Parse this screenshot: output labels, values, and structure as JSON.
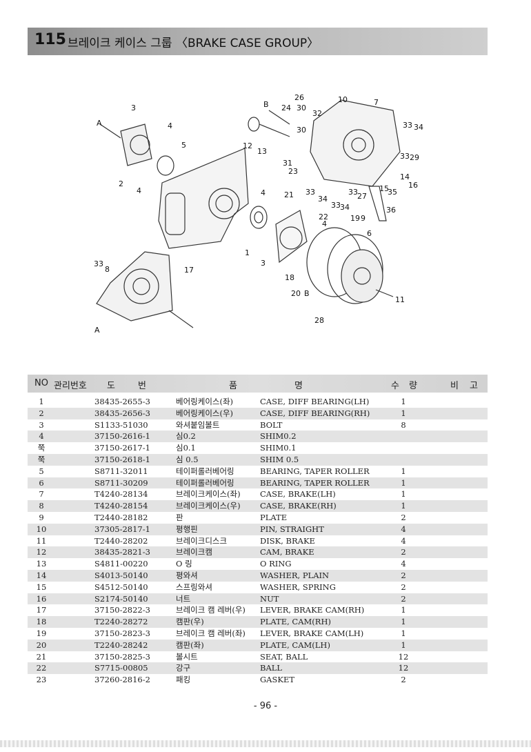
{
  "header": {
    "number": "115",
    "title": "브레이크 케이스 그룹 〈BRAKE CASE GROUP〉"
  },
  "diagram": {
    "callouts": [
      "3",
      "A",
      "4",
      "5",
      "2",
      "4",
      "B",
      "24",
      "26",
      "30",
      "10",
      "7",
      "32",
      "30",
      "12",
      "13",
      "31",
      "23",
      "33",
      "34",
      "33",
      "34",
      "33",
      "29",
      "14",
      "16",
      "15",
      "35",
      "36",
      "33",
      "27",
      "33",
      "34",
      "19",
      "9",
      "6",
      "4",
      "21",
      "22",
      "4",
      "1",
      "3",
      "18",
      "20",
      "B",
      "11",
      "28",
      "33",
      "8",
      "17",
      "A"
    ]
  },
  "table": {
    "headers": {
      "no": "NO",
      "mgmt": "관리번호",
      "do": "도",
      "bun": "번",
      "pum": "품",
      "myeong": "명",
      "su": "수",
      "ryang": "량",
      "bi": "비",
      "go": "고"
    },
    "rows": [
      {
        "no": "1",
        "code": "38435-2655-3",
        "kr": "베어링케이스(좌)",
        "en": "CASE, DIFF BEARING(LH)",
        "qty": "1"
      },
      {
        "no": "2",
        "code": "38435-2656-3",
        "kr": "베어링케이스(우)",
        "en": "CASE, DIFF BEARING(RH)",
        "qty": "1"
      },
      {
        "no": "3",
        "code": "S1133-51030",
        "kr": "와셔붙임볼트",
        "en": "BOLT",
        "qty": "8"
      },
      {
        "no": "4",
        "code": "37150-2616-1",
        "kr": "심0.2",
        "en": "SHIM0.2",
        "qty": ""
      },
      {
        "no": "쭉",
        "code": "37150-2617-1",
        "kr": "심0.1",
        "en": "SHIM0.1",
        "qty": ""
      },
      {
        "no": "쭉",
        "code": "37150-2618-1",
        "kr": "심 0.5",
        "en": "SHIM 0.5",
        "qty": ""
      },
      {
        "no": "5",
        "code": "S8711-32011",
        "kr": "테이퍼롤러베어링",
        "en": "BEARING, TAPER ROLLER",
        "qty": "1"
      },
      {
        "no": "6",
        "code": "S8711-30209",
        "kr": "테이퍼롤러베어링",
        "en": "BEARING, TAPER ROLLER",
        "qty": "1"
      },
      {
        "no": "7",
        "code": "T4240-28134",
        "kr": "브레이크케이스(좌)",
        "en": "CASE, BRAKE(LH)",
        "qty": "1"
      },
      {
        "no": "8",
        "code": "T4240-28154",
        "kr": "브레이크케이스(우)",
        "en": "CASE, BRAKE(RH)",
        "qty": "1"
      },
      {
        "no": "9",
        "code": "T2440-28182",
        "kr": "판",
        "en": "PLATE",
        "qty": "2"
      },
      {
        "no": "10",
        "code": "37305-2817-1",
        "kr": "평행핀",
        "en": "PIN, STRAIGHT",
        "qty": "4"
      },
      {
        "no": "11",
        "code": "T2440-28202",
        "kr": "브레이크디스크",
        "en": "DISK, BRAKE",
        "qty": "4"
      },
      {
        "no": "12",
        "code": "38435-2821-3",
        "kr": "브레이크캠",
        "en": "CAM, BRAKE",
        "qty": "2"
      },
      {
        "no": "13",
        "code": "S4811-00220",
        "kr": "O 링",
        "en": "O RING",
        "qty": "4"
      },
      {
        "no": "14",
        "code": "S4013-50140",
        "kr": "평와셔",
        "en": "WASHER, PLAIN",
        "qty": "2"
      },
      {
        "no": "15",
        "code": "S4512-50140",
        "kr": "스프링와셔",
        "en": "WASHER, SPRING",
        "qty": "2"
      },
      {
        "no": "16",
        "code": "S2174-50140",
        "kr": "너트",
        "en": "NUT",
        "qty": "2"
      },
      {
        "no": "17",
        "code": "37150-2822-3",
        "kr": "브레이크 캠 레버(우)",
        "en": "LEVER, BRAKE CAM(RH)",
        "qty": "1"
      },
      {
        "no": "18",
        "code": "T2240-28272",
        "kr": "캠판(우)",
        "en": "PLATE, CAM(RH)",
        "qty": "1"
      },
      {
        "no": "19",
        "code": "37150-2823-3",
        "kr": "브레이크 캠 레버(좌)",
        "en": "LEVER, BRAKE CAM(LH)",
        "qty": "1"
      },
      {
        "no": "20",
        "code": "T2240-28242",
        "kr": "캠판(좌)",
        "en": "PLATE, CAM(LH)",
        "qty": "1"
      },
      {
        "no": "21",
        "code": "37150-2825-3",
        "kr": "볼시트",
        "en": "SEAT, BALL",
        "qty": "12"
      },
      {
        "no": "22",
        "code": "S7715-00805",
        "kr": "강구",
        "en": "BALL",
        "qty": "12"
      },
      {
        "no": "23",
        "code": "37260-2816-2",
        "kr": "패킹",
        "en": "GASKET",
        "qty": "2"
      }
    ]
  },
  "footer": {
    "page": "- 96 -"
  }
}
